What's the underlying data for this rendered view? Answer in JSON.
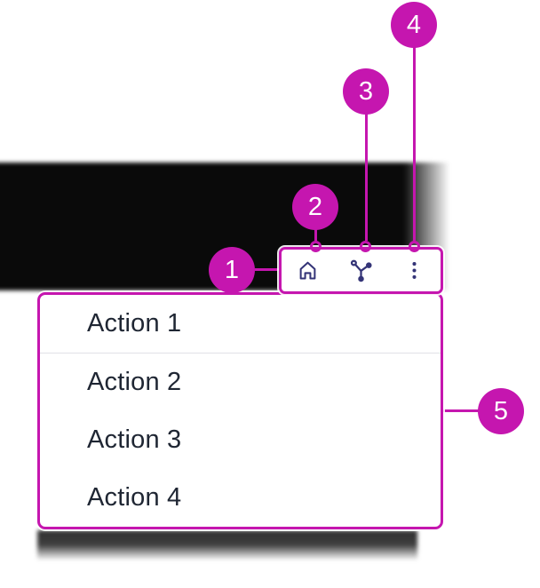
{
  "annotations": {
    "badges": [
      {
        "label": "1"
      },
      {
        "label": "2"
      },
      {
        "label": "3"
      },
      {
        "label": "4"
      },
      {
        "label": "5"
      }
    ]
  },
  "toolbar": {
    "icons": [
      {
        "name": "home-icon"
      },
      {
        "name": "share-icon"
      },
      {
        "name": "kebab-menu-icon"
      }
    ]
  },
  "menu": {
    "items": [
      {
        "label": "Action 1"
      },
      {
        "label": "Action 2"
      },
      {
        "label": "Action 3"
      },
      {
        "label": "Action 4"
      }
    ]
  },
  "colors": {
    "accent_magenta": "#C516AF",
    "icon_indigo": "#343477",
    "menu_text": "#1f2633",
    "divider": "#e1e1e6",
    "shadow_band": "#0a0a0a"
  }
}
